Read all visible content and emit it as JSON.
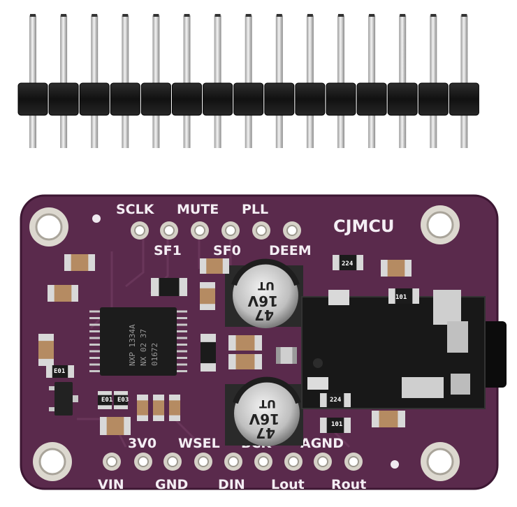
{
  "board": {
    "brand": "CJMCU",
    "top_labels": [
      "SCLK",
      "MUTE",
      "PLL"
    ],
    "top_labels_lower": [
      "SF1",
      "SF0",
      "DEEM"
    ],
    "bottom_labels_upper": [
      "3V0",
      "WSEL",
      "BCK",
      "AGND"
    ],
    "bottom_labels_lower": [
      "VIN",
      "GND",
      "DIN",
      "Lout",
      "Rout"
    ],
    "chip_text": [
      "NXP 1334A",
      "NX 02 37",
      "01672"
    ],
    "capacitor_top": [
      "47",
      "16V",
      "UT"
    ],
    "capacitor_bottom": [
      "47",
      "16V",
      "UT"
    ],
    "resistor_codes": [
      "224",
      "101",
      "224",
      "101",
      "E01",
      "E01",
      "E03"
    ],
    "colors": {
      "pcb": "#5a2a4c",
      "pcb_dark": "#3d1733",
      "silkscreen": "#f4eef4",
      "pad": "#d9d6cf",
      "header_plastic": "#151515",
      "pin_metal": "#d8d8d8"
    }
  },
  "header": {
    "pin_count": 15
  }
}
